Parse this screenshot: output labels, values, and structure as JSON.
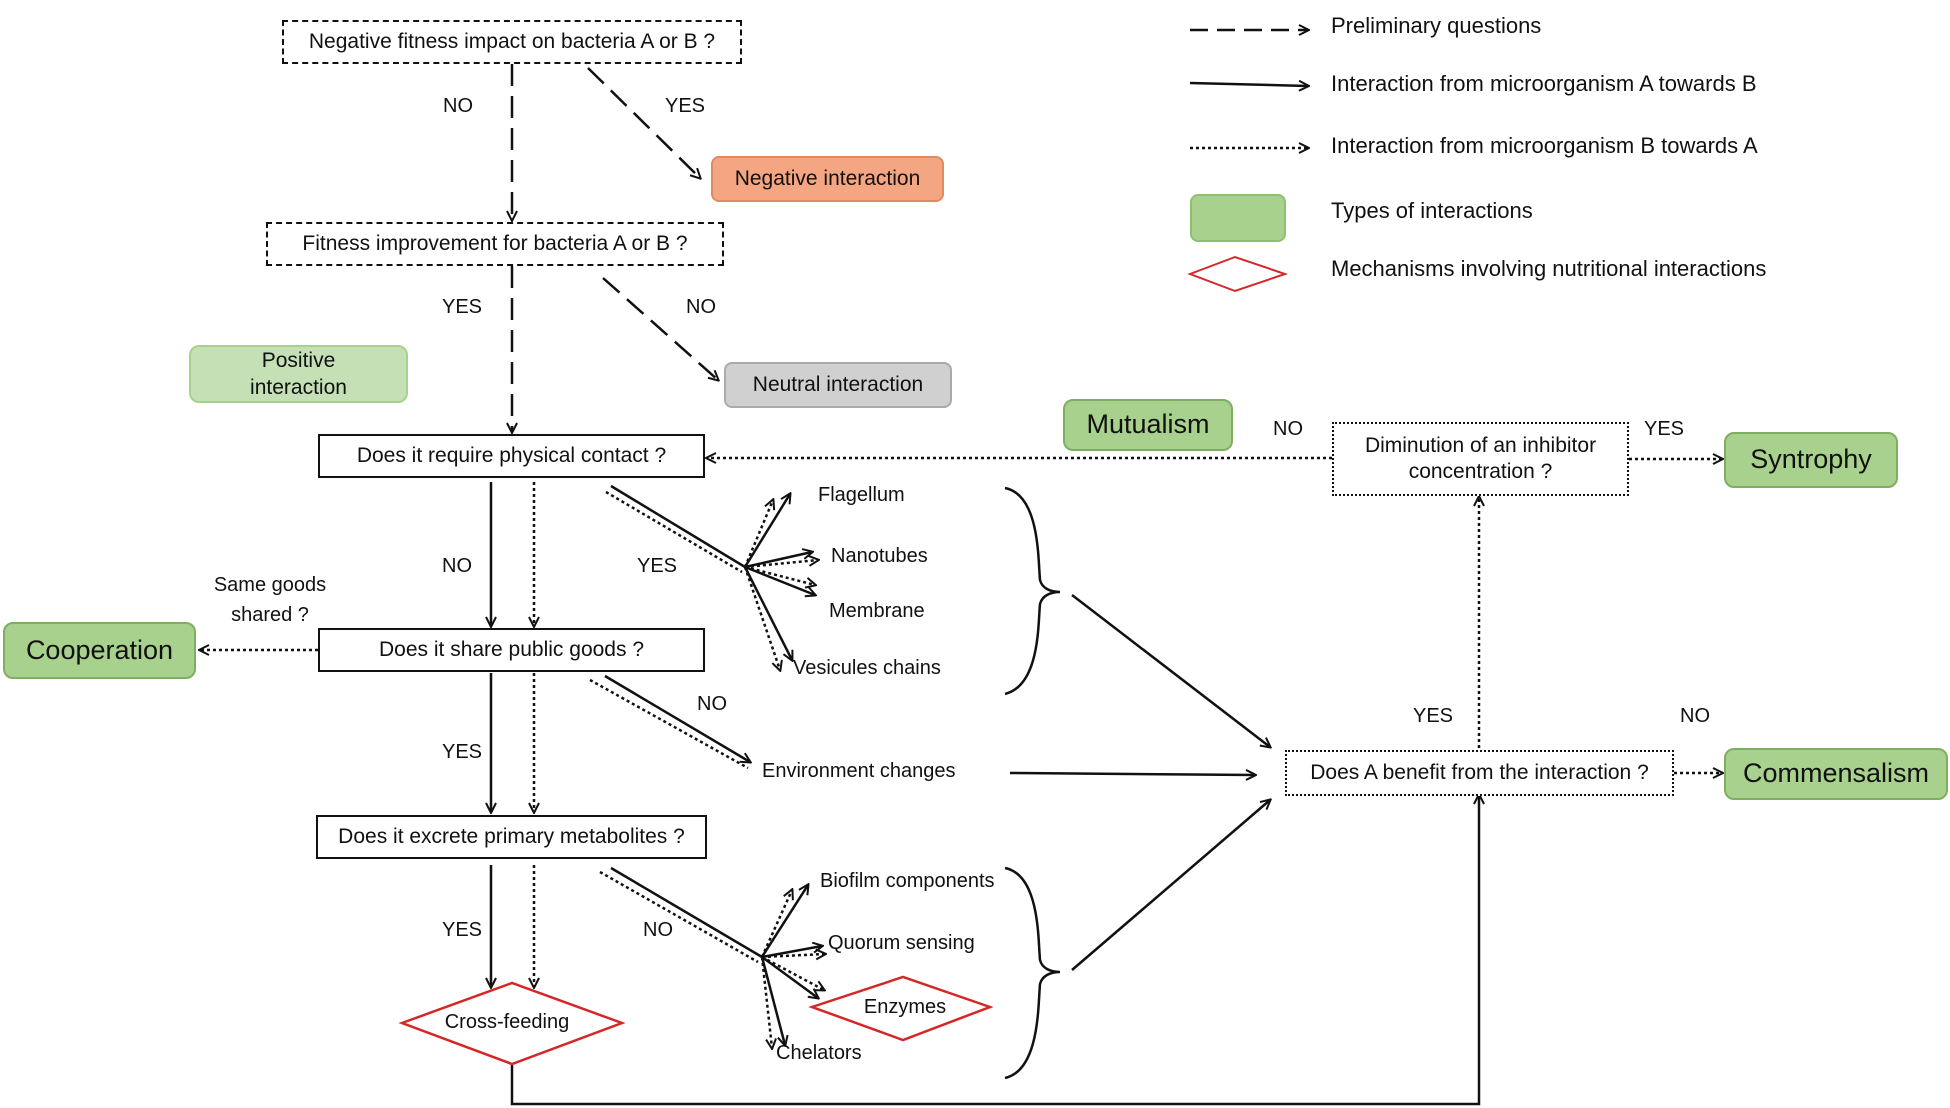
{
  "legend": {
    "preliminary": "Preliminary questions",
    "a_to_b": "Interaction from microorganism A towards B",
    "b_to_a": "Interaction from microorganism B towards A",
    "types": "Types of interactions",
    "mechanisms": "Mechanisms involving nutritional interactions"
  },
  "questions": {
    "negative_fitness": "Negative fitness impact on bacteria A or B ?",
    "fitness_improvement": "Fitness improvement for bacteria A or B ?",
    "physical_contact": "Does it require physical contact ?",
    "public_goods": "Does it share public goods ?",
    "primary_metabolites": "Does it excrete primary metabolites ?",
    "a_benefit": "Does A benefit from the interaction ?",
    "inhibitor": "Diminution of an inhibitor concentration ?",
    "same_goods": "Same goods shared ?"
  },
  "outcomes": {
    "negative": "Negative interaction",
    "neutral": "Neutral interaction",
    "positive": "Positive interaction",
    "mutualism": "Mutualism",
    "syntrophy": "Syntrophy",
    "cooperation": "Cooperation",
    "commensalism": "Commensalism"
  },
  "mechanisms": {
    "cross_feeding": "Cross-feeding",
    "enzymes": "Enzymes"
  },
  "contact_items": [
    "Flagellum",
    "Nanotubes",
    "Membrane",
    "Vesicules chains"
  ],
  "environment": "Environment changes",
  "secondary_items": [
    "Biofilm components",
    "Quorum sensing",
    "Chelators"
  ],
  "answers": {
    "yes": "YES",
    "no": "NO"
  },
  "colors": {
    "type_green": "#a9d18e",
    "negative_orange": "#f4a582",
    "neutral_grey": "#d0d0d0",
    "mechanism_red": "#d62728"
  }
}
